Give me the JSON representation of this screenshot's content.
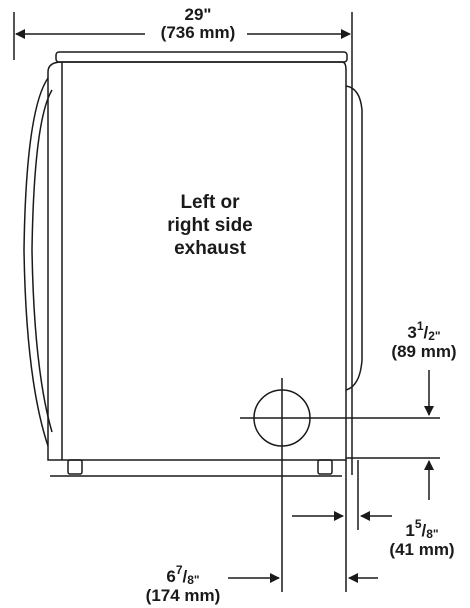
{
  "center_label": {
    "line1": "Left or",
    "line2": "right side",
    "line3": "exhaust"
  },
  "width_dim": {
    "inches": "29\"",
    "metric": "(736 mm)"
  },
  "height_dim": {
    "whole": "3",
    "num": "1",
    "den": "2\"",
    "metric": "(89 mm)"
  },
  "side_dim": {
    "whole": "1",
    "num": "5",
    "den": "8\"",
    "metric": "(41 mm)"
  },
  "offset_dim": {
    "whole": "6",
    "num": "7",
    "den": "8\"",
    "metric": "(174 mm)"
  }
}
